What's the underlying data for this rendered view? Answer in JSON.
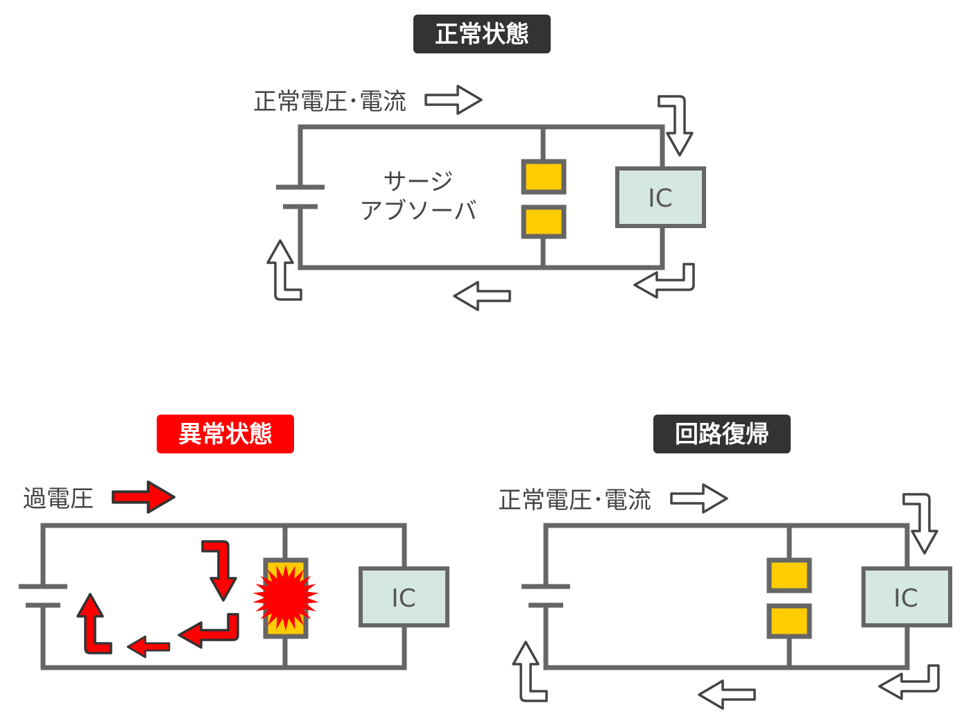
{
  "colors": {
    "wire": "#666666",
    "ic_fill": "#d5e8e0",
    "absorber_fill": "#ffcc00",
    "badge_dark": "#333333",
    "badge_alert": "#ff0000",
    "spark": "#ff0000",
    "arrow_outline": "#444444"
  },
  "panels": {
    "normal": {
      "title": "正常状態",
      "current_label": "正常電圧･電流",
      "absorber_label_line1": "サージ",
      "absorber_label_line2": "アブソーバ",
      "ic_label": "IC"
    },
    "abnormal": {
      "title": "異常状態",
      "current_label": "過電圧",
      "ic_label": "IC"
    },
    "recovery": {
      "title": "回路復帰",
      "current_label": "正常電圧･電流",
      "ic_label": "IC"
    }
  }
}
